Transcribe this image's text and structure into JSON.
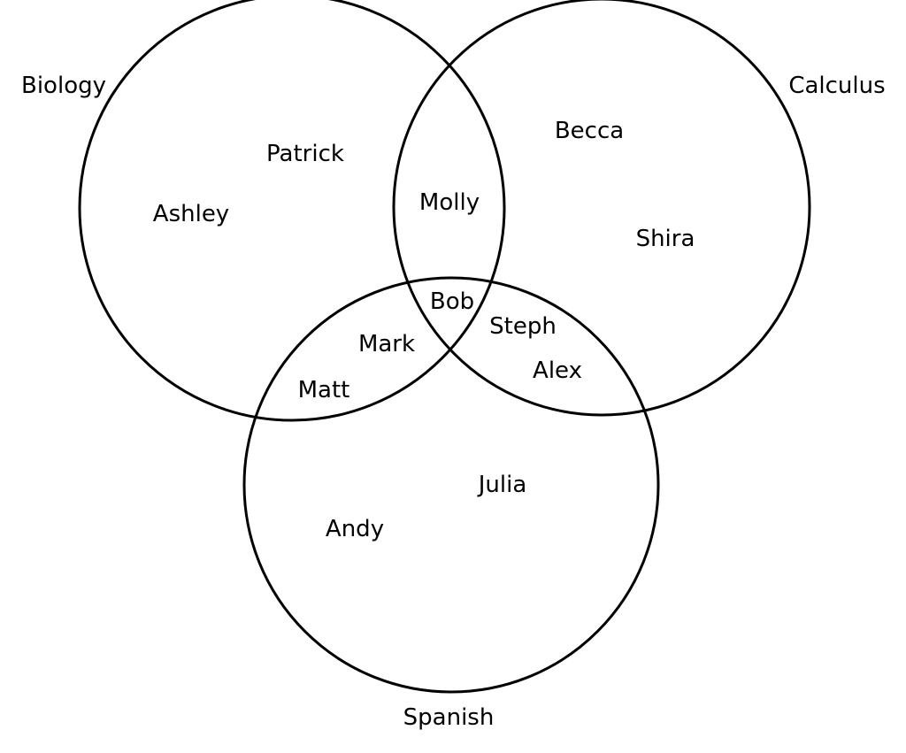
{
  "sets": {
    "biology": "Biology",
    "calculus": "Calculus",
    "spanish": "Spanish"
  },
  "regions": {
    "biology_only": [
      "Patrick",
      "Ashley"
    ],
    "calculus_only": [
      "Becca",
      "Shira"
    ],
    "spanish_only": [
      "Julia",
      "Andy"
    ],
    "biology_calculus": [
      "Molly"
    ],
    "biology_spanish": [
      "Mark",
      "Matt"
    ],
    "calculus_spanish": [
      "Steph",
      "Alex"
    ],
    "all_three": [
      "Bob"
    ]
  }
}
